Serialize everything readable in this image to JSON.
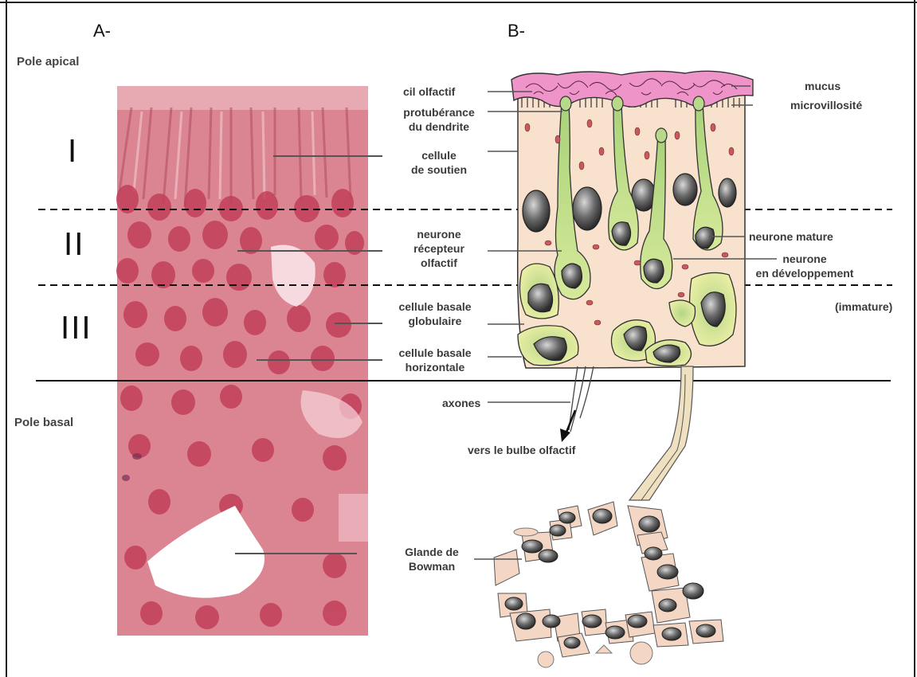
{
  "panels": {
    "a": "A-",
    "b": "B-"
  },
  "poles": {
    "apical": "Pole apical",
    "basal": "Pole basal"
  },
  "zones": [
    "I",
    "II",
    "III"
  ],
  "labels": {
    "cil_olfactif": "cil olfactif",
    "protuberance_1": "protubérance",
    "protuberance_2": "du dendrite",
    "soutien_1": "cellule",
    "soutien_2": "de soutien",
    "recepteur_1": "neurone",
    "recepteur_2": "récepteur",
    "recepteur_3": "olfactif",
    "globulaire_1": "cellule basale",
    "globulaire_2": "globulaire",
    "horizontale_1": "cellule basale",
    "horizontale_2": "horizontale",
    "axones": "axones",
    "vers_bulbe": "vers le bulbe olfactif",
    "glande_1": "Glande de",
    "glande_2": "Bowman",
    "mucus": "mucus",
    "microvillosite": "microvillosité",
    "neurone_mature": "neurone mature",
    "developpement_1": "neurone",
    "developpement_2": "en développement",
    "immature": "(immature)"
  },
  "colors": {
    "tissue": "#d97b8a",
    "cytoplasm": "#f9e2cd",
    "neuron": "#b8d98a",
    "mucus": "#ec8fc4",
    "nucleus": "#5a5a5a"
  }
}
